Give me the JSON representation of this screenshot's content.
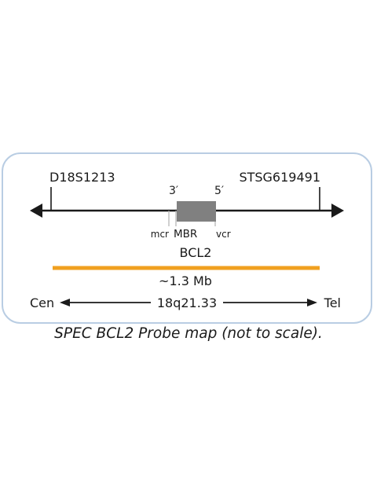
{
  "markers": {
    "left": "D18S1213",
    "right": "STSG619491"
  },
  "gene": {
    "end_3": "3′",
    "end_5": "5′",
    "sub_regions": [
      "mcr",
      "MBR",
      "vcr"
    ],
    "name": "BCL2"
  },
  "probe": {
    "size": "~1.3 Mb",
    "color": "#f0a020"
  },
  "chromosome": {
    "left_end": "Cen",
    "band": "18q21.33",
    "right_end": "Tel"
  },
  "caption": "SPEC BCL2 Probe map (not to scale).",
  "colors": {
    "frame": "#b9cde3",
    "gene_box": "#808080",
    "line": "#1a1a1a"
  }
}
